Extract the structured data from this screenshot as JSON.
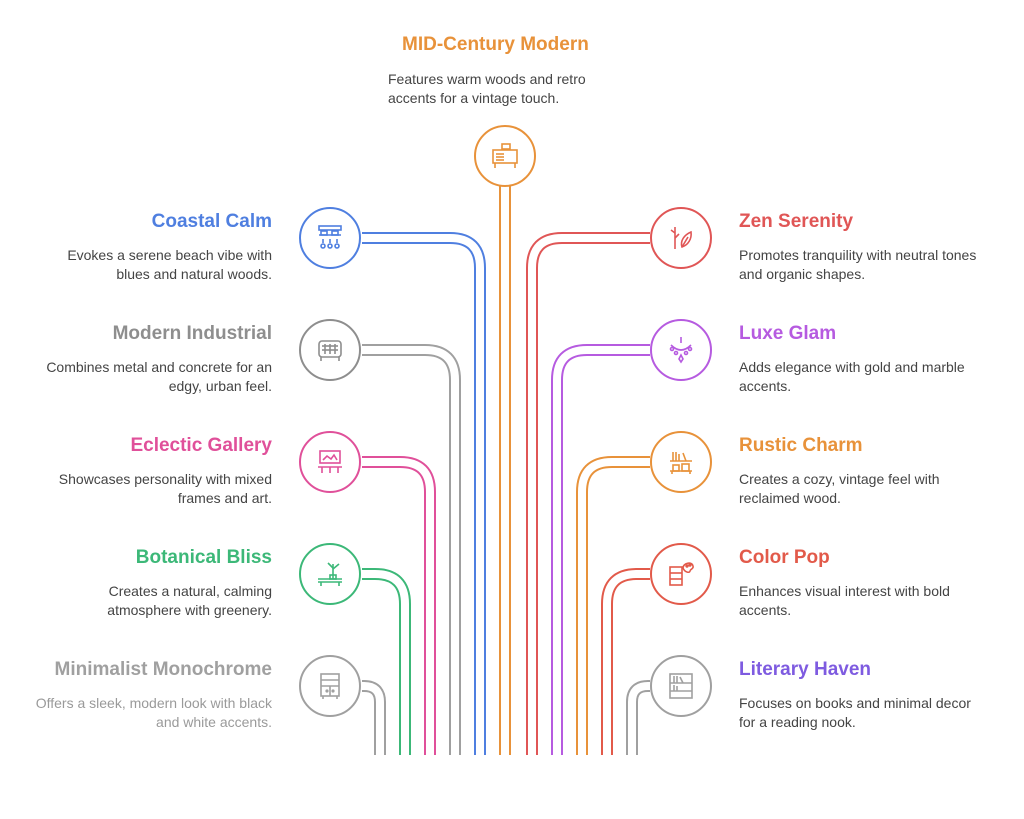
{
  "center": {
    "title": "MID-Century Modern",
    "desc": "Features warm woods and retro accents for a vintage touch.",
    "color": "#E8923A",
    "icon": "cabinet-icon"
  },
  "left": [
    {
      "title": "Coastal Calm",
      "desc": "Evokes a serene beach vibe with blues and natural woods.",
      "color": "#4F7FE0",
      "icon": "shelf-lamps-icon"
    },
    {
      "title": "Modern Industrial",
      "desc": "Combines metal and concrete for an edgy, urban feel.",
      "color": "#8E8E8E",
      "icon": "industrial-console-icon"
    },
    {
      "title": "Eclectic Gallery",
      "desc": "Showcases personality with mixed frames and art.",
      "color": "#E0509A",
      "icon": "gallery-frame-icon"
    },
    {
      "title": "Botanical Bliss",
      "desc": "Creates a natural, calming atmosphere with greenery.",
      "color": "#3CB878",
      "icon": "plant-table-icon"
    },
    {
      "title": "Minimalist Monochrome",
      "desc": "Offers a sleek, modern look with black and white accents.",
      "color": "#A0A0A0",
      "icon": "cabinet-drawers-icon"
    }
  ],
  "right": [
    {
      "title": "Zen Serenity",
      "desc": "Promotes tranquility with neutral tones and organic shapes.",
      "color": "#E05656",
      "icon": "bamboo-leaf-icon"
    },
    {
      "title": "Luxe Glam",
      "desc": "Adds elegance with gold and marble accents.",
      "color": "#B65BE0",
      "icon": "chandelier-icon"
    },
    {
      "title": "Rustic Charm",
      "desc": "Creates a cozy, vintage feel with reclaimed wood.",
      "color": "#E8923A",
      "icon": "rustic-shelf-icon"
    },
    {
      "title": "Color Pop",
      "desc": "Enhances visual interest with bold accents.",
      "color": "#E25A4A",
      "icon": "palette-shelf-icon"
    },
    {
      "title": "Literary Haven",
      "desc": "Focuses on books and minimal decor for a reading nook.",
      "color": "#7E5BE0",
      "icon": "bookshelf-icon"
    }
  ]
}
